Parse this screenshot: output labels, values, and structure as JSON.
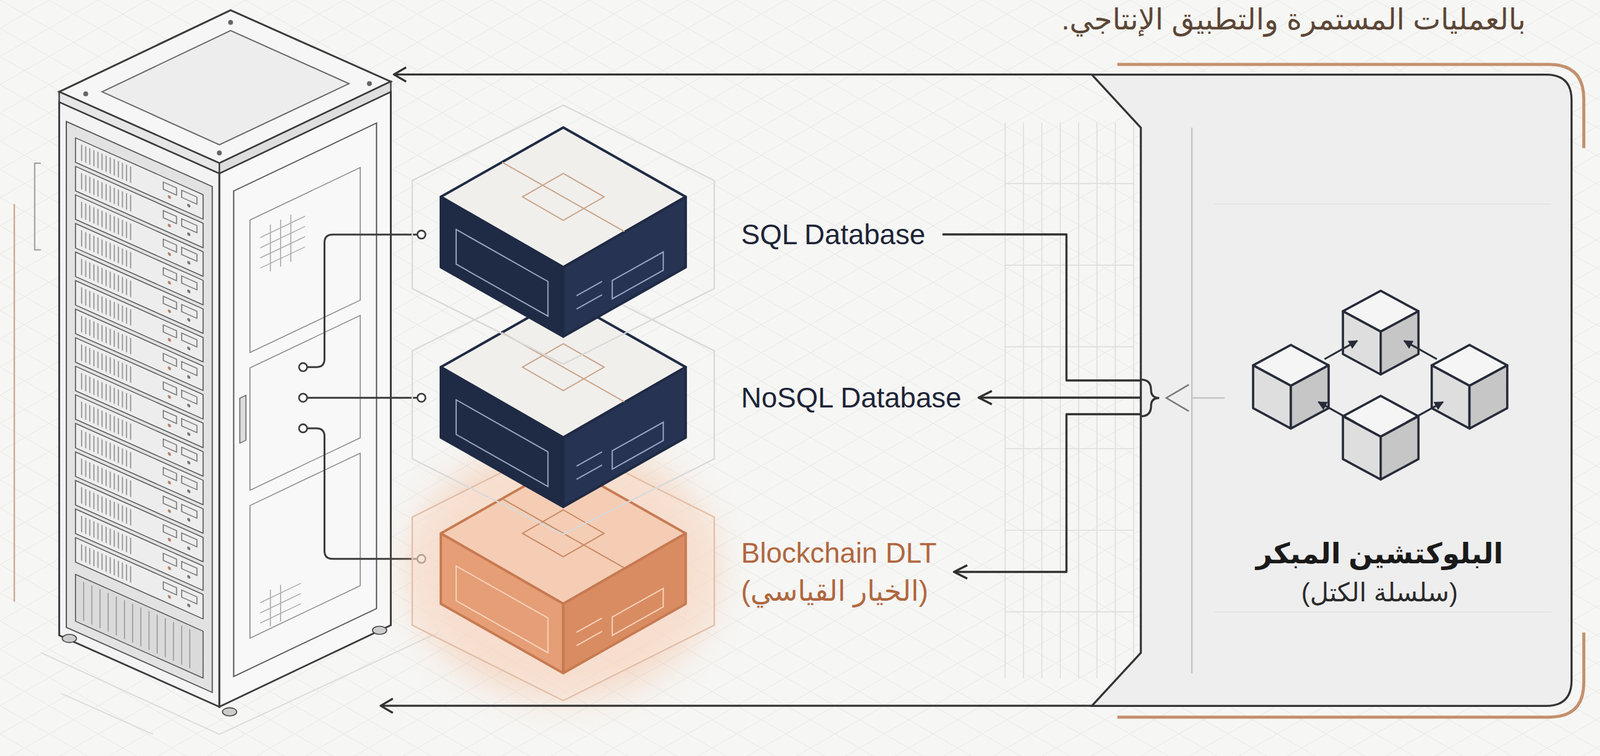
{
  "diagram": {
    "nodes": [
      {
        "text": [
          "SQL Database"
        ]
      },
      {
        "text": [
          "NoSQL Database"
        ]
      },
      {
        "text": [
          "Blockchain DLT",
          "(الخيار القياسي)"
        ]
      },
      {
        "text": [
          "البلوكتشين المبكر",
          "(سلسلة الكتل)"
        ]
      }
    ],
    "edges": [
      {
        "from": 0,
        "to": 3,
        "arrow": "none"
      },
      {
        "from": 3,
        "to": 1,
        "arrow": "to"
      },
      {
        "from": 3,
        "to": 2,
        "arrow": "to"
      }
    ],
    "labels": [
      "بالعمليات المستمرة والتطبيق الإنتاجي."
    ]
  }
}
